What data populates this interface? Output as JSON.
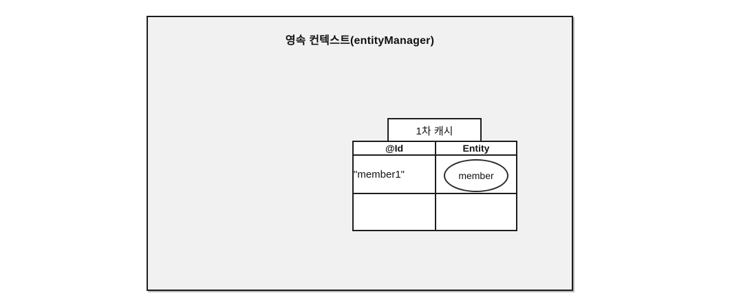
{
  "diagram": {
    "title": "영속 컨텍스트(entityManager)",
    "cache": {
      "label": "1차 캐시",
      "table": {
        "headers": [
          "@Id",
          "Entity"
        ],
        "rows": [
          {
            "id": "\"member1\"",
            "entity": "member"
          },
          {
            "id": "",
            "entity": ""
          }
        ]
      }
    },
    "colors": {
      "canvas_bg": "#ffffff",
      "box_bg": "#f1f1f1",
      "cell_bg": "#ffffff",
      "border": "#1c1c1c",
      "shadow": "#b9b9b9"
    }
  }
}
